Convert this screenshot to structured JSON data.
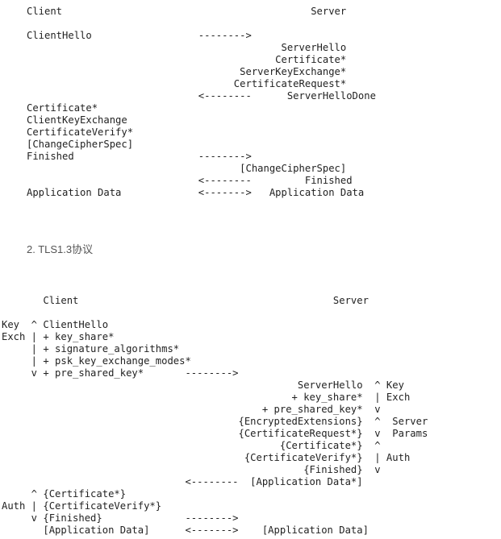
{
  "tls12_diagram": {
    "lines": [
      "Client                                          Server",
      "",
      "ClientHello                  -------->",
      "                                           ServerHello",
      "                                          Certificate*",
      "                                    ServerKeyExchange*",
      "                                   CertificateRequest*",
      "                             <--------      ServerHelloDone",
      "Certificate*",
      "ClientKeyExchange",
      "CertificateVerify*",
      "[ChangeCipherSpec]",
      "Finished                     -------->",
      "                                    [ChangeCipherSpec]",
      "                             <--------         Finished",
      "Application Data             <------->   Application Data"
    ]
  },
  "section_heading": "2. TLS1.3协议",
  "tls13_diagram": {
    "lines": [
      "       Client                                           Server",
      "",
      "Key  ^ ClientHello",
      "Exch | + key_share*",
      "     | + signature_algorithms*",
      "     | + psk_key_exchange_modes*",
      "     v + pre_shared_key*       -------->",
      "                                                  ServerHello  ^ Key",
      "                                                 + key_share*  | Exch",
      "                                            + pre_shared_key*  v",
      "                                        {EncryptedExtensions}  ^  Server",
      "                                        {CertificateRequest*}  v  Params",
      "                                               {Certificate*}  ^",
      "                                         {CertificateVerify*}  | Auth",
      "                                                   {Finished}  v",
      "                               <--------  [Application Data*]",
      "     ^ {Certificate*}",
      "Auth | {CertificateVerify*}",
      "     v {Finished}              -------->",
      "       [Application Data]      <------->    [Application Data]"
    ]
  }
}
